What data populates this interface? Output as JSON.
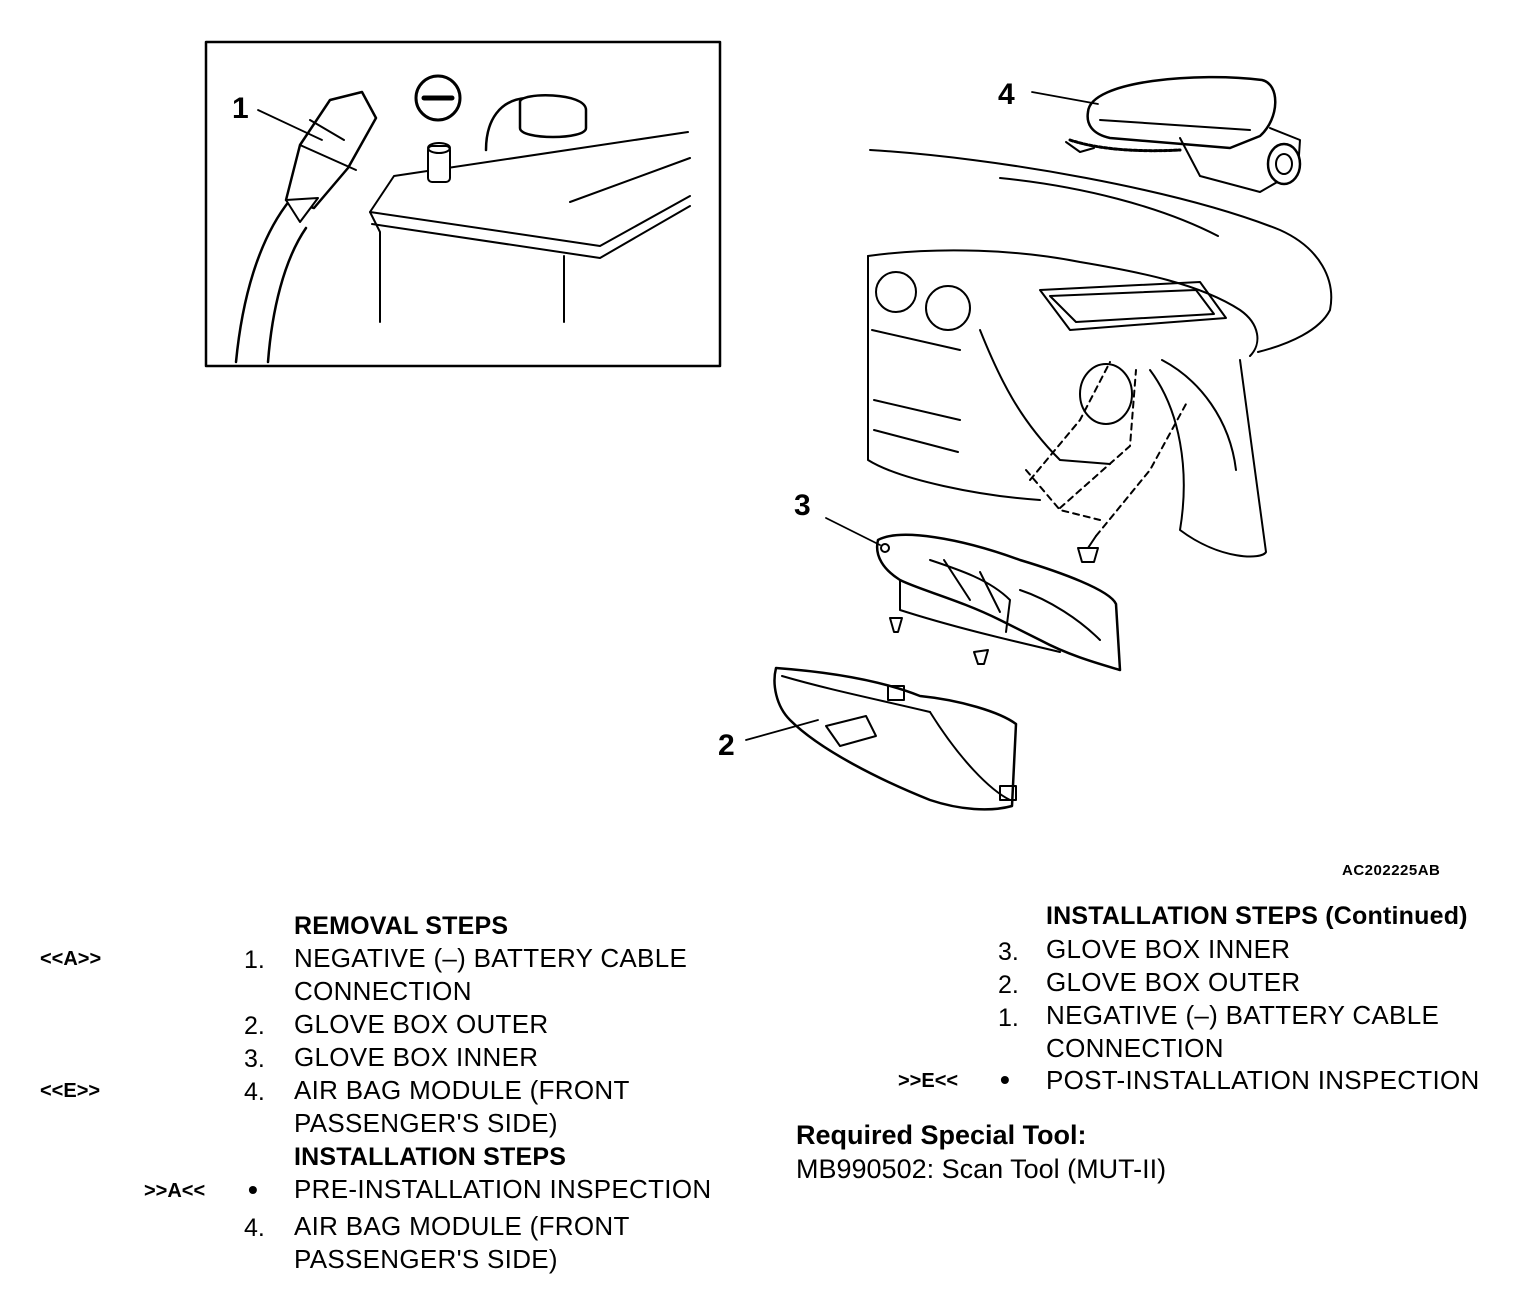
{
  "figure": {
    "id": "AC202225AB",
    "callouts": [
      "1",
      "2",
      "3",
      "4"
    ],
    "icons": [
      "minus-sign-icon"
    ]
  },
  "removal": {
    "title": "REMOVAL STEPS",
    "steps": [
      {
        "code": "<<A>>",
        "num": "1.",
        "lines": [
          "NEGATIVE (–) BATTERY CABLE",
          "CONNECTION"
        ]
      },
      {
        "code": "",
        "num": "2.",
        "lines": [
          "GLOVE BOX OUTER"
        ]
      },
      {
        "code": "",
        "num": "3.",
        "lines": [
          "GLOVE BOX INNER"
        ]
      },
      {
        "code": "<<E>>",
        "num": "4.",
        "lines": [
          "AIR BAG MODULE (FRONT",
          "PASSENGER'S SIDE)"
        ]
      }
    ]
  },
  "installation": {
    "title": "INSTALLATION STEPS",
    "steps": [
      {
        "code": ">>A<<",
        "num": "•",
        "lines": [
          "PRE-INSTALLATION INSPECTION"
        ]
      },
      {
        "code": "",
        "num": "4.",
        "lines": [
          "AIR BAG MODULE (FRONT",
          "PASSENGER'S SIDE)"
        ]
      }
    ]
  },
  "installation_continued": {
    "title": "INSTALLATION STEPS (Continued)",
    "steps": [
      {
        "code": "",
        "num": "3.",
        "lines": [
          "GLOVE BOX INNER"
        ]
      },
      {
        "code": "",
        "num": "2.",
        "lines": [
          "GLOVE BOX OUTER"
        ]
      },
      {
        "code": "",
        "num": "1.",
        "lines": [
          "NEGATIVE (–) BATTERY CABLE",
          "CONNECTION"
        ]
      },
      {
        "code": ">>E<<",
        "num": "•",
        "lines": [
          "POST-INSTALLATION INSPECTION"
        ]
      }
    ]
  },
  "special_tool": {
    "title": "Required Special Tool:",
    "item": "MB990502: Scan Tool (MUT-II)"
  }
}
